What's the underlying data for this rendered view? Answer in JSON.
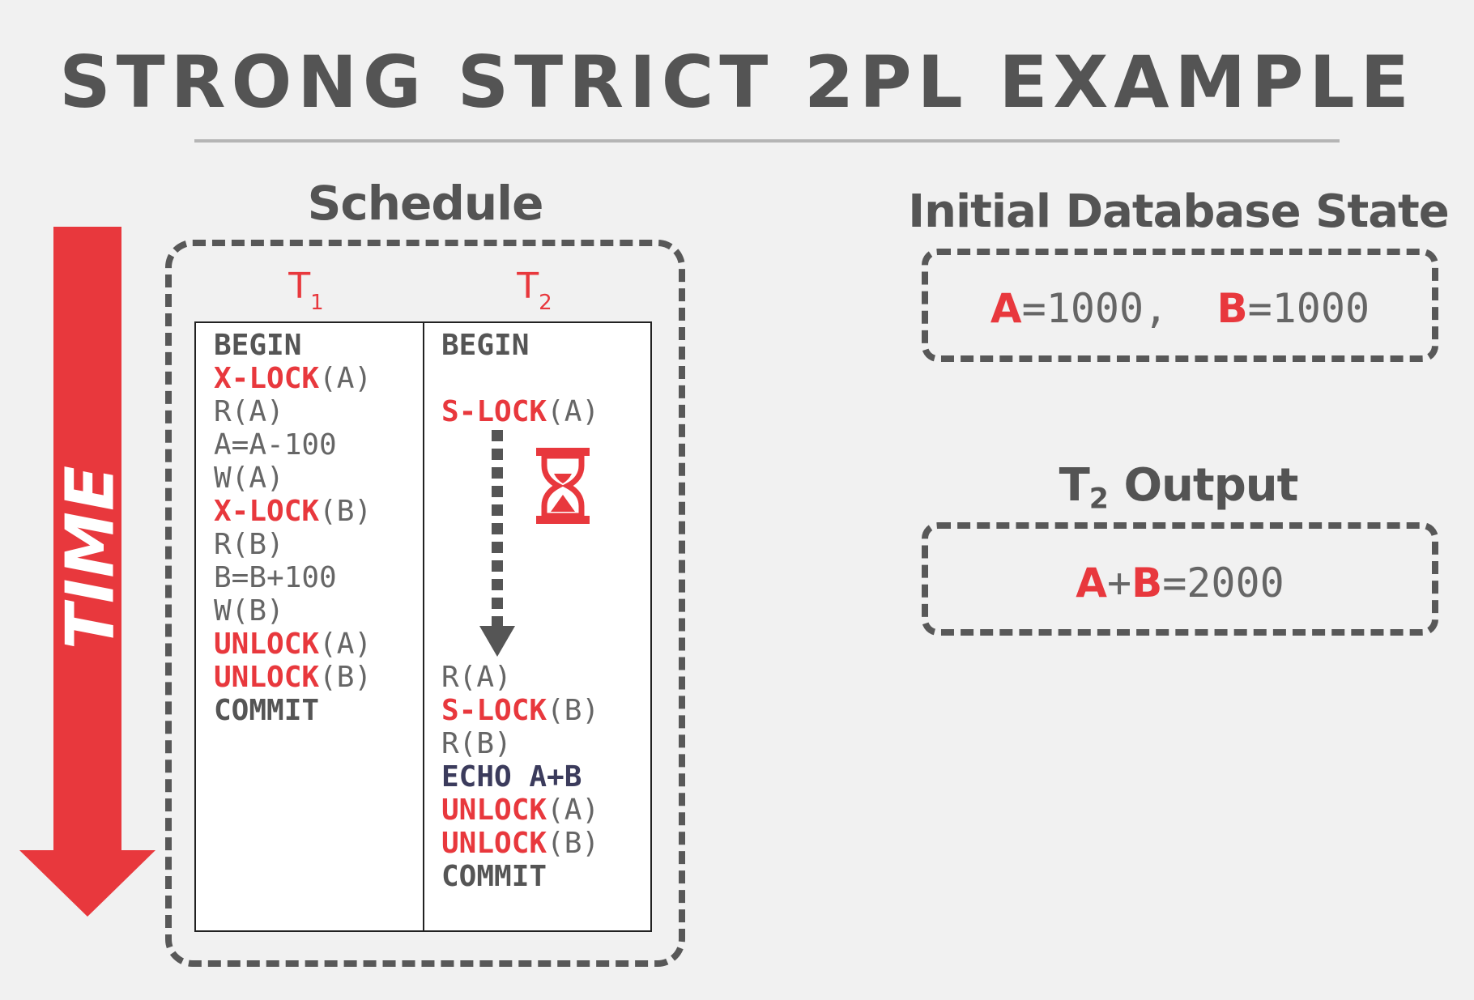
{
  "title": "STRONG STRICT 2PL EXAMPLE",
  "time_label": "TIME",
  "schedule": {
    "heading": "Schedule",
    "t1_label": "T",
    "t1_sub": "1",
    "t2_label": "T",
    "t2_sub": "2",
    "t1_ops": [
      {
        "op": "BEGIN",
        "arg": ""
      },
      {
        "op": "X-LOCK",
        "arg": "(A)"
      },
      {
        "op": "",
        "arg": "R(A)"
      },
      {
        "op": "",
        "arg": "A=A-100"
      },
      {
        "op": "",
        "arg": "W(A)"
      },
      {
        "op": "X-LOCK",
        "arg": "(B)"
      },
      {
        "op": "",
        "arg": "R(B)"
      },
      {
        "op": "",
        "arg": "B=B+100"
      },
      {
        "op": "",
        "arg": "W(B)"
      },
      {
        "op": "UNLOCK",
        "arg": "(A)"
      },
      {
        "op": "UNLOCK",
        "arg": "(B)"
      },
      {
        "op": "COMMIT",
        "arg": ""
      }
    ],
    "t2_ops": [
      {
        "op": "BEGIN",
        "arg": ""
      },
      {
        "op": "S-LOCK",
        "arg": "(A)"
      },
      {
        "op": "",
        "arg": "R(A)"
      },
      {
        "op": "S-LOCK",
        "arg": "(B)"
      },
      {
        "op": "",
        "arg": "R(B)"
      },
      {
        "op": "ECHO A+B",
        "arg": ""
      },
      {
        "op": "UNLOCK",
        "arg": "(A)"
      },
      {
        "op": "UNLOCK",
        "arg": "(B)"
      },
      {
        "op": "COMMIT",
        "arg": ""
      }
    ]
  },
  "initial_state": {
    "heading": "Initial Database State",
    "var_a": "A",
    "val_a": "=1000,",
    "var_b": "B",
    "val_b": "=1000"
  },
  "output": {
    "heading_t": "T",
    "heading_sub": "2",
    "heading_rest": " Output",
    "var_a": "A",
    "plus": "+",
    "var_b": "B",
    "value": "=2000"
  },
  "colors": {
    "accent_red": "#e8383d",
    "text_gray": "#555555",
    "echo_navy": "#3b3b5c",
    "background": "#f1f1f1"
  },
  "icons": [
    "time-arrow-icon",
    "hourglass-icon",
    "wait-arrow-icon"
  ]
}
